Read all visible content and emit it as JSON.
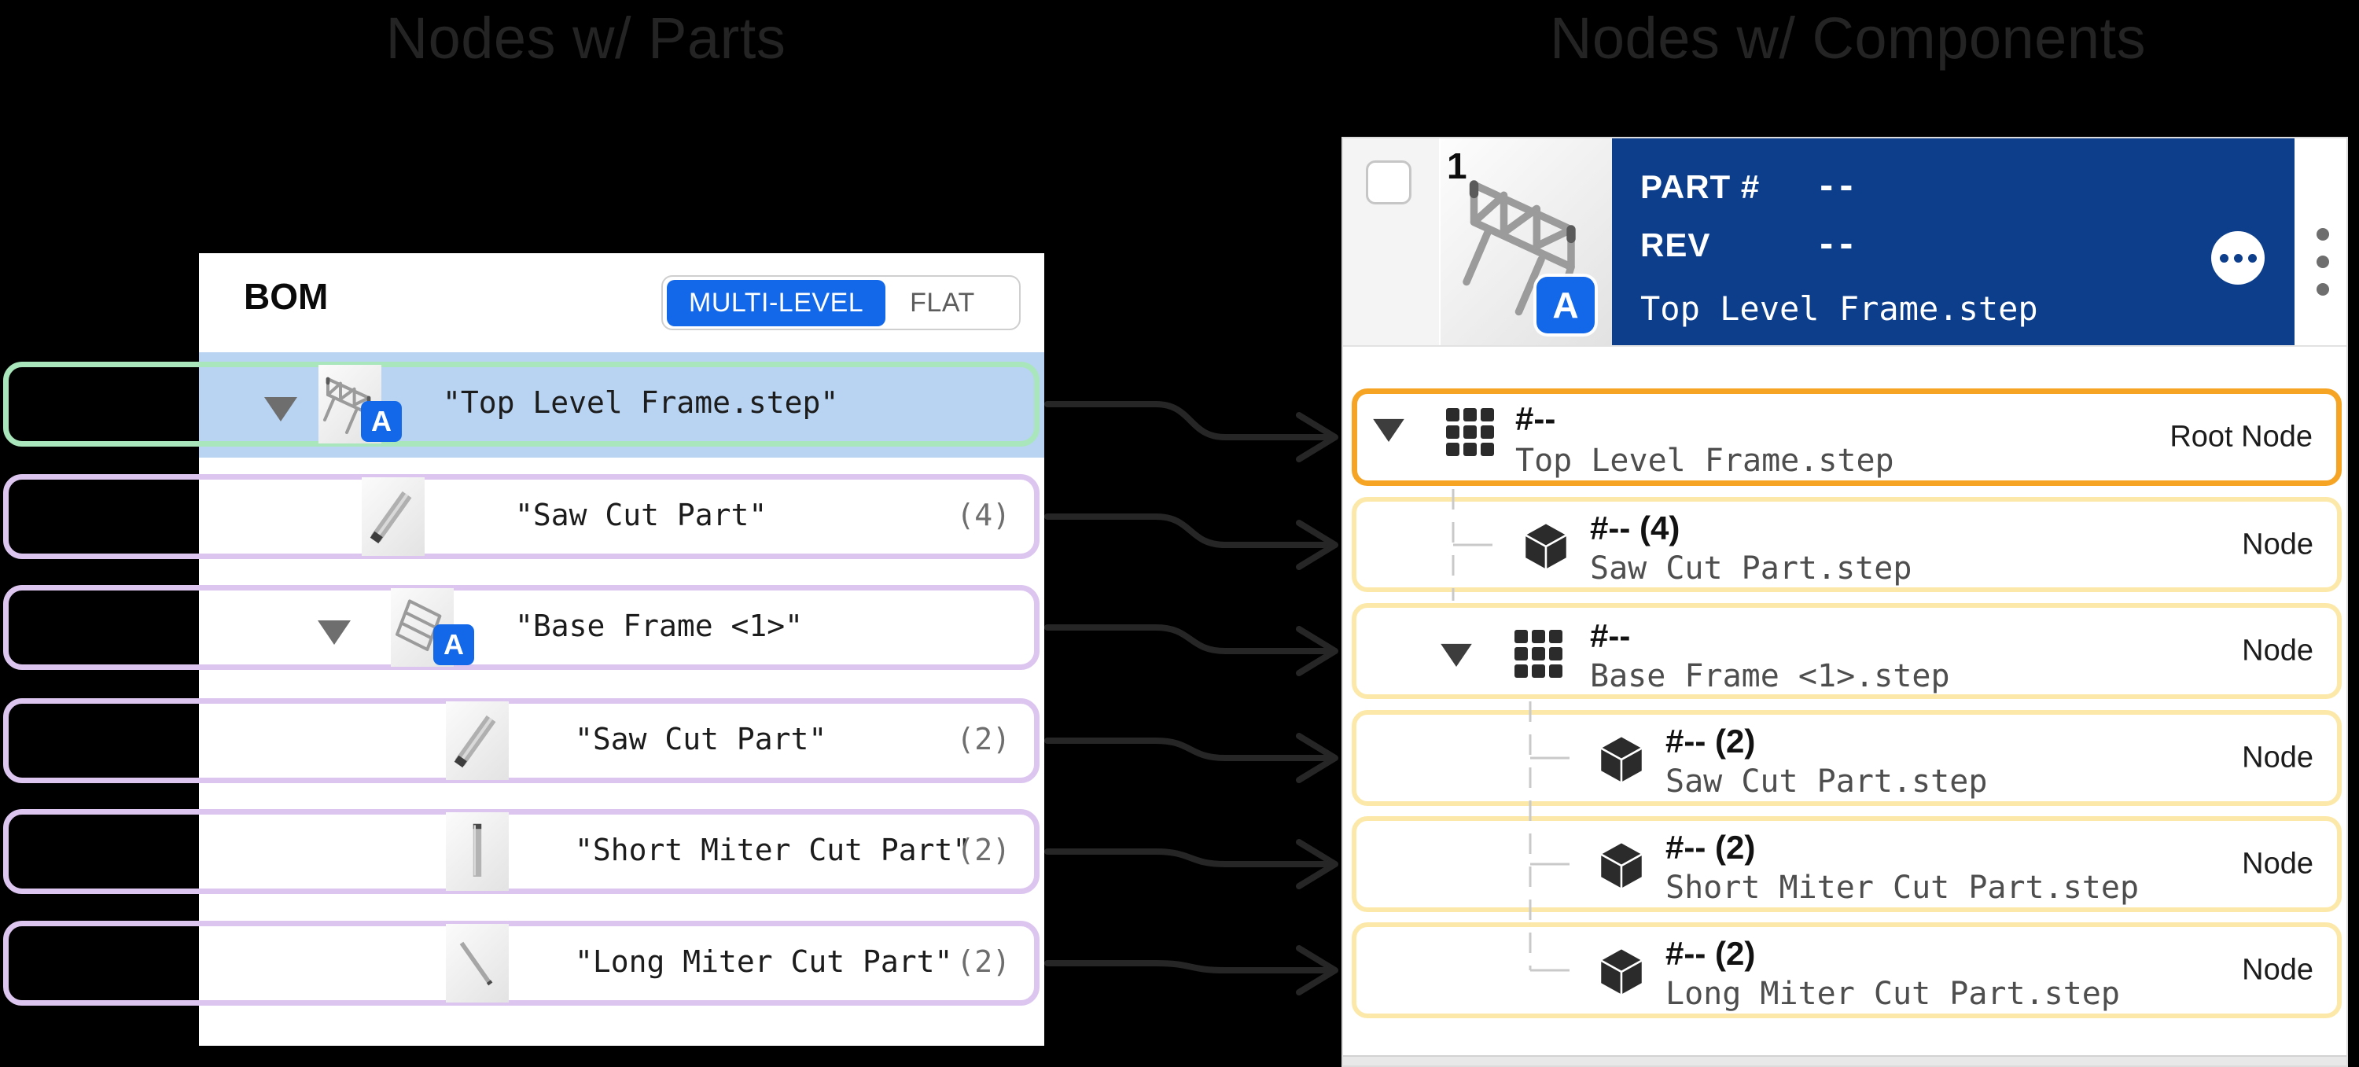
{
  "titles": {
    "left": "Nodes w/ Parts",
    "right": "Nodes w/ Components"
  },
  "bom": {
    "title": "BOM",
    "toggle": {
      "multi_level": "MULTI-LEVEL",
      "flat": "FLAT"
    },
    "badge_letter": "A",
    "rows": [
      {
        "label": "\"Top Level Frame.step\"",
        "count": "",
        "icon": "frame-assembly",
        "level": 0,
        "selected": true
      },
      {
        "label": "\"Saw Cut Part\"",
        "count": "(4)",
        "icon": "tube",
        "level": 1
      },
      {
        "label": "\"Base Frame <1>\"",
        "count": "",
        "icon": "base-frame",
        "level": 1
      },
      {
        "label": "\"Saw Cut Part\"",
        "count": "(2)",
        "icon": "tube",
        "level": 2
      },
      {
        "label": "\"Short Miter Cut Part\"",
        "count": "(2)",
        "icon": "bar",
        "level": 2
      },
      {
        "label": "\"Long Miter Cut Part\"",
        "count": "(2)",
        "icon": "rod",
        "level": 2
      }
    ]
  },
  "component_panel": {
    "row_number": "1",
    "badge_letter": "A",
    "part_label": "PART #",
    "part_value": "--",
    "rev_label": "REV",
    "rev_value": "--",
    "filename": "Top Level Frame.step",
    "icons": [
      "checkbox",
      "ellipsis-menu-icon",
      "kebab-menu-icon"
    ],
    "nodes": [
      {
        "number": "#--",
        "filename": "Top Level Frame.step",
        "tag": "Root Node",
        "icon": "assembly-grid",
        "level": 0
      },
      {
        "number": "#-- (4)",
        "filename": "Saw Cut Part.step",
        "tag": "Node",
        "icon": "cube",
        "level": 1
      },
      {
        "number": "#--",
        "filename": "Base Frame <1>.step",
        "tag": "Node",
        "icon": "assembly-grid",
        "level": 1
      },
      {
        "number": "#-- (2)",
        "filename": "Saw Cut Part.step",
        "tag": "Node",
        "icon": "cube",
        "level": 2
      },
      {
        "number": "#-- (2)",
        "filename": "Short Miter Cut Part.step",
        "tag": "Node",
        "icon": "cube",
        "level": 2
      },
      {
        "number": "#-- (2)",
        "filename": "Long Miter Cut Part.step",
        "tag": "Node",
        "icon": "cube",
        "level": 2
      }
    ]
  },
  "colors": {
    "background": "#000000",
    "selected_row_blue": "#b8d4f2",
    "highlight_green": "#a9e6bb",
    "highlight_purple": "#dcc6f0",
    "root_node_orange": "#f5a424",
    "node_yellow": "#fce8a8",
    "header_navy": "#0c3e8c",
    "accent_blue": "#1268e8",
    "arrow_dark": "#262626"
  }
}
